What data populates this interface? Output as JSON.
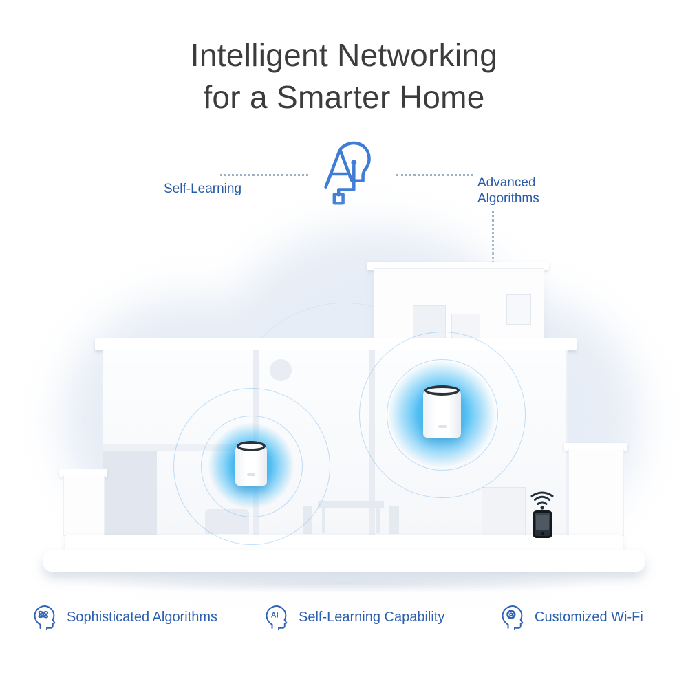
{
  "title": {
    "line1": "Intelligent Networking",
    "line2": "for a Smarter Home"
  },
  "callouts": {
    "self_learning": "Self-Learning",
    "advanced_line1": "Advanced",
    "advanced_line2": "Algorithms"
  },
  "icons": {
    "ai_text": "AI"
  },
  "features": [
    {
      "label": "Sophisticated Algorithms",
      "icon": "head-atom-icon"
    },
    {
      "label": "Self-Learning Capability",
      "icon": "head-ai-icon"
    },
    {
      "label": "Customized Wi-Fi",
      "icon": "head-gear-icon"
    }
  ],
  "colors": {
    "title_text": "#3c3c3c",
    "label_blue": "#2c5fae",
    "icon_blue": "#3f7cd6",
    "glow_blue": "#40baf5",
    "dotted_line": "#9db0c6"
  }
}
